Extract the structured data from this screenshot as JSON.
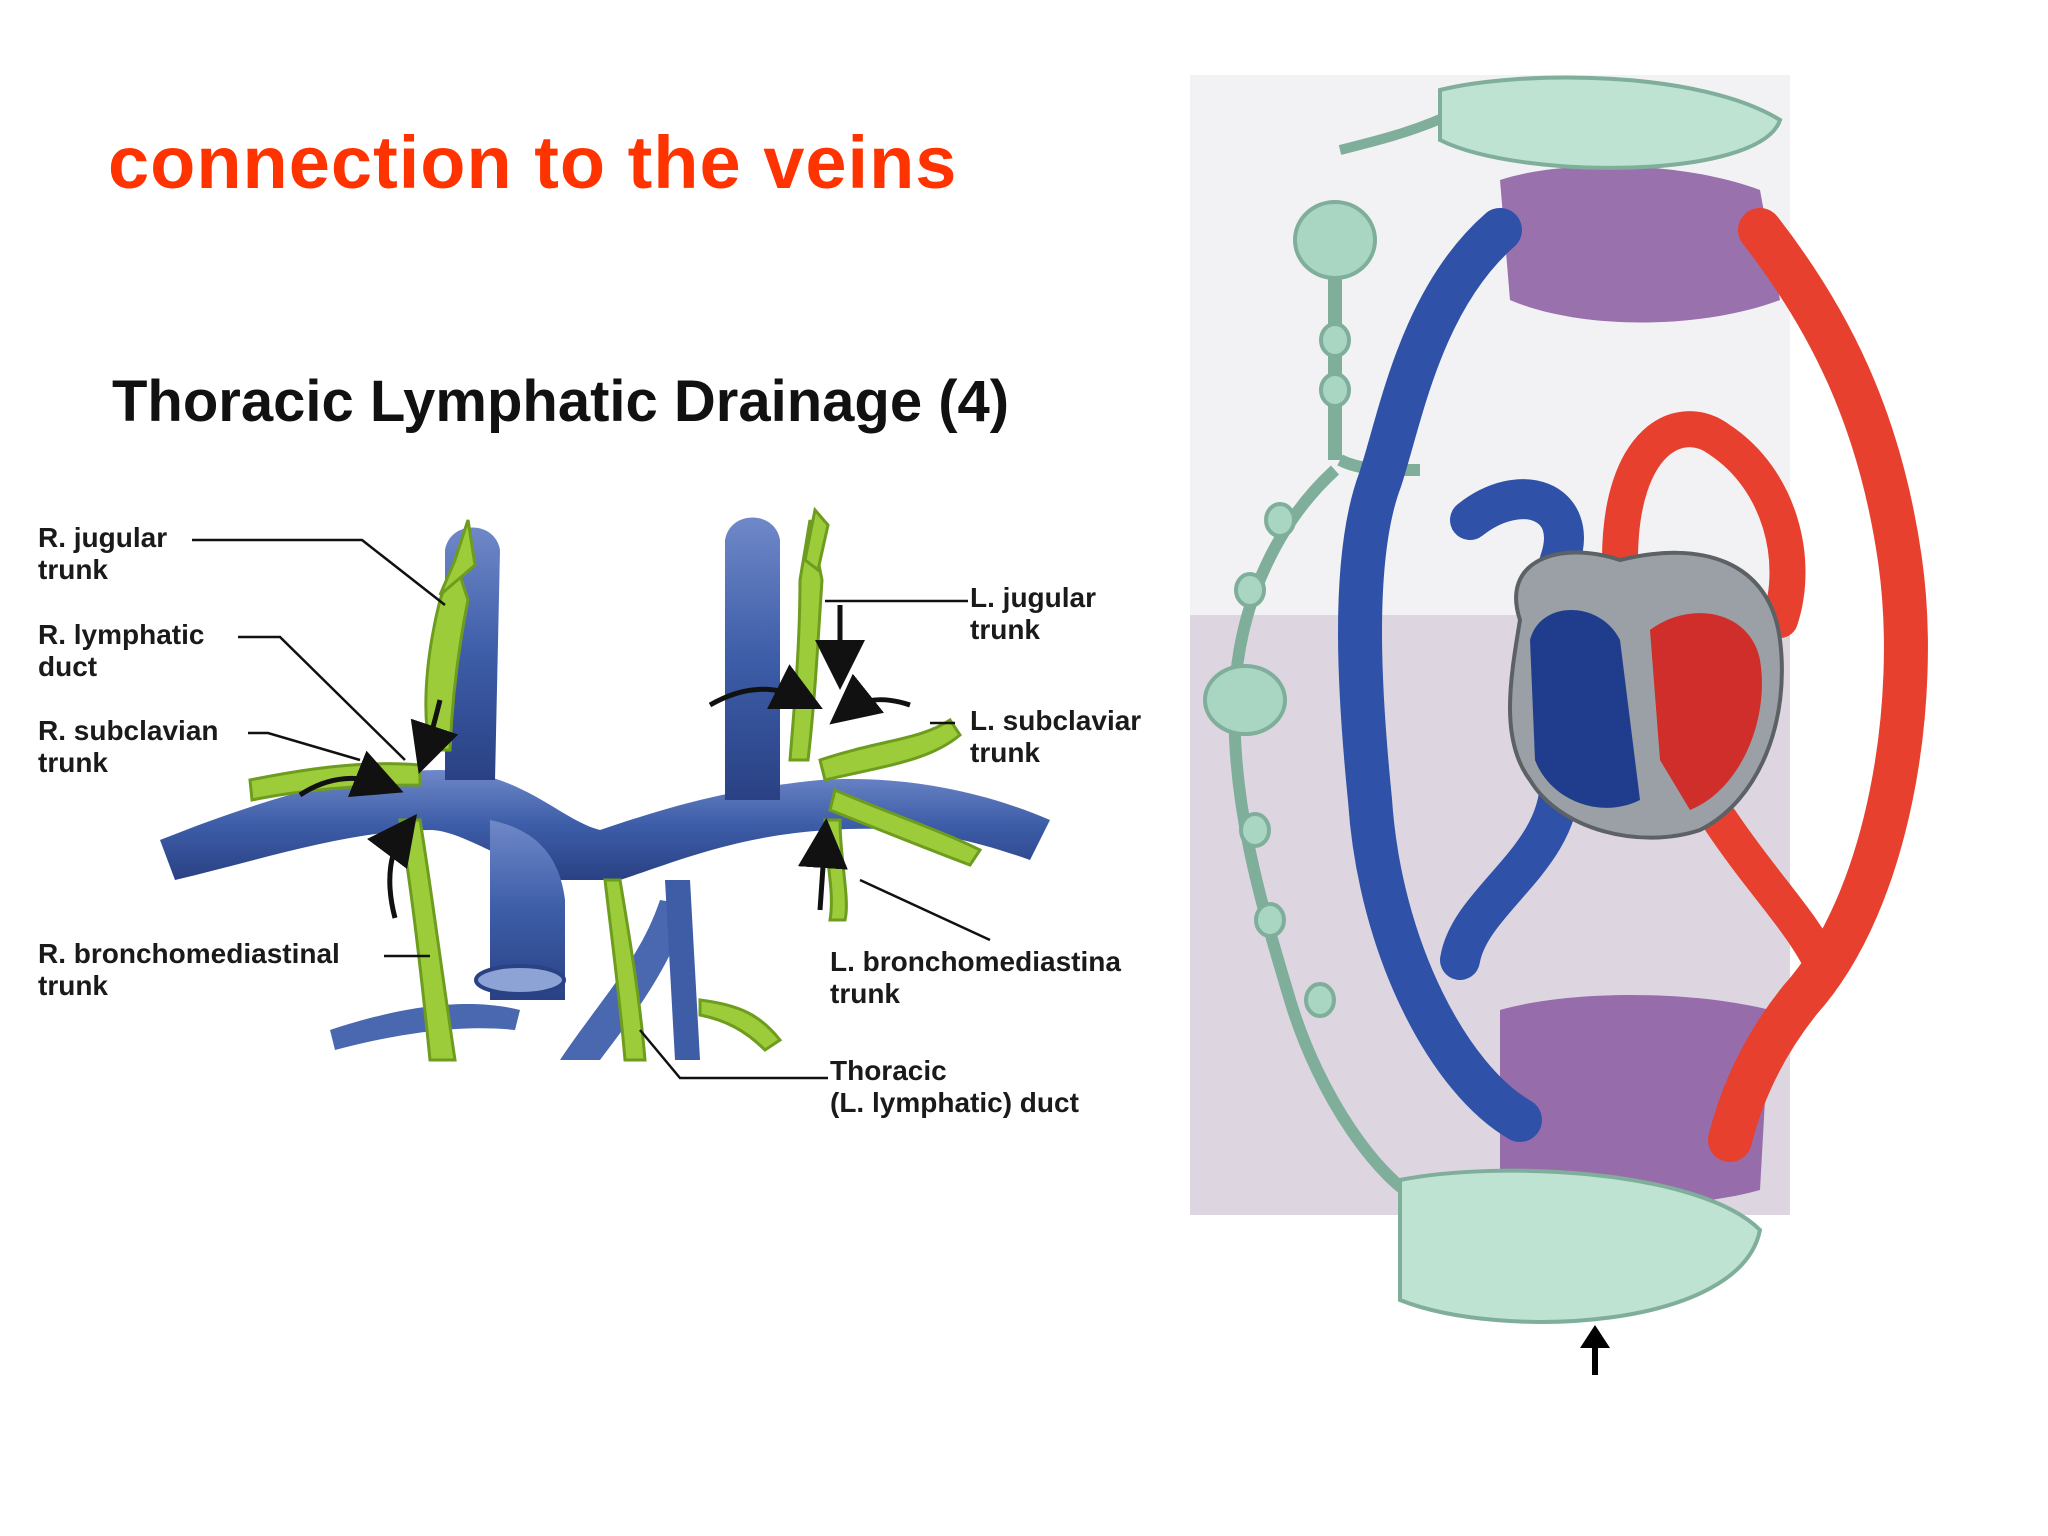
{
  "slide": {
    "title": "connection to the veins"
  },
  "left_figure": {
    "title": "Thoracic Lymphatic Drainage (4)",
    "labels": {
      "r_jugular_1": "R. jugular",
      "r_jugular_2": "trunk",
      "r_lymphatic_1": "R. lymphatic",
      "r_lymphatic_2": "duct",
      "r_subclavian_1": "R. subclavian",
      "r_subclavian_2": "trunk",
      "r_broncho_1": "R. bronchomediastinal",
      "r_broncho_2": "trunk",
      "l_jugular_1": "L. jugular",
      "l_jugular_2": "trunk",
      "l_subclavian_1": "L. subclaviar",
      "l_subclavian_2": "trunk",
      "l_broncho_1": "L. bronchomediastina",
      "l_broncho_2": "trunk",
      "thoracic_1": "Thoracic",
      "thoracic_2": "(L. lymphatic) duct"
    }
  },
  "colors": {
    "title": "#ff3300",
    "vein": "#3d5da8",
    "lymph": "#9ccc3a",
    "artery": "#e8402e",
    "lymph_vessel": "#a9d6c2"
  }
}
